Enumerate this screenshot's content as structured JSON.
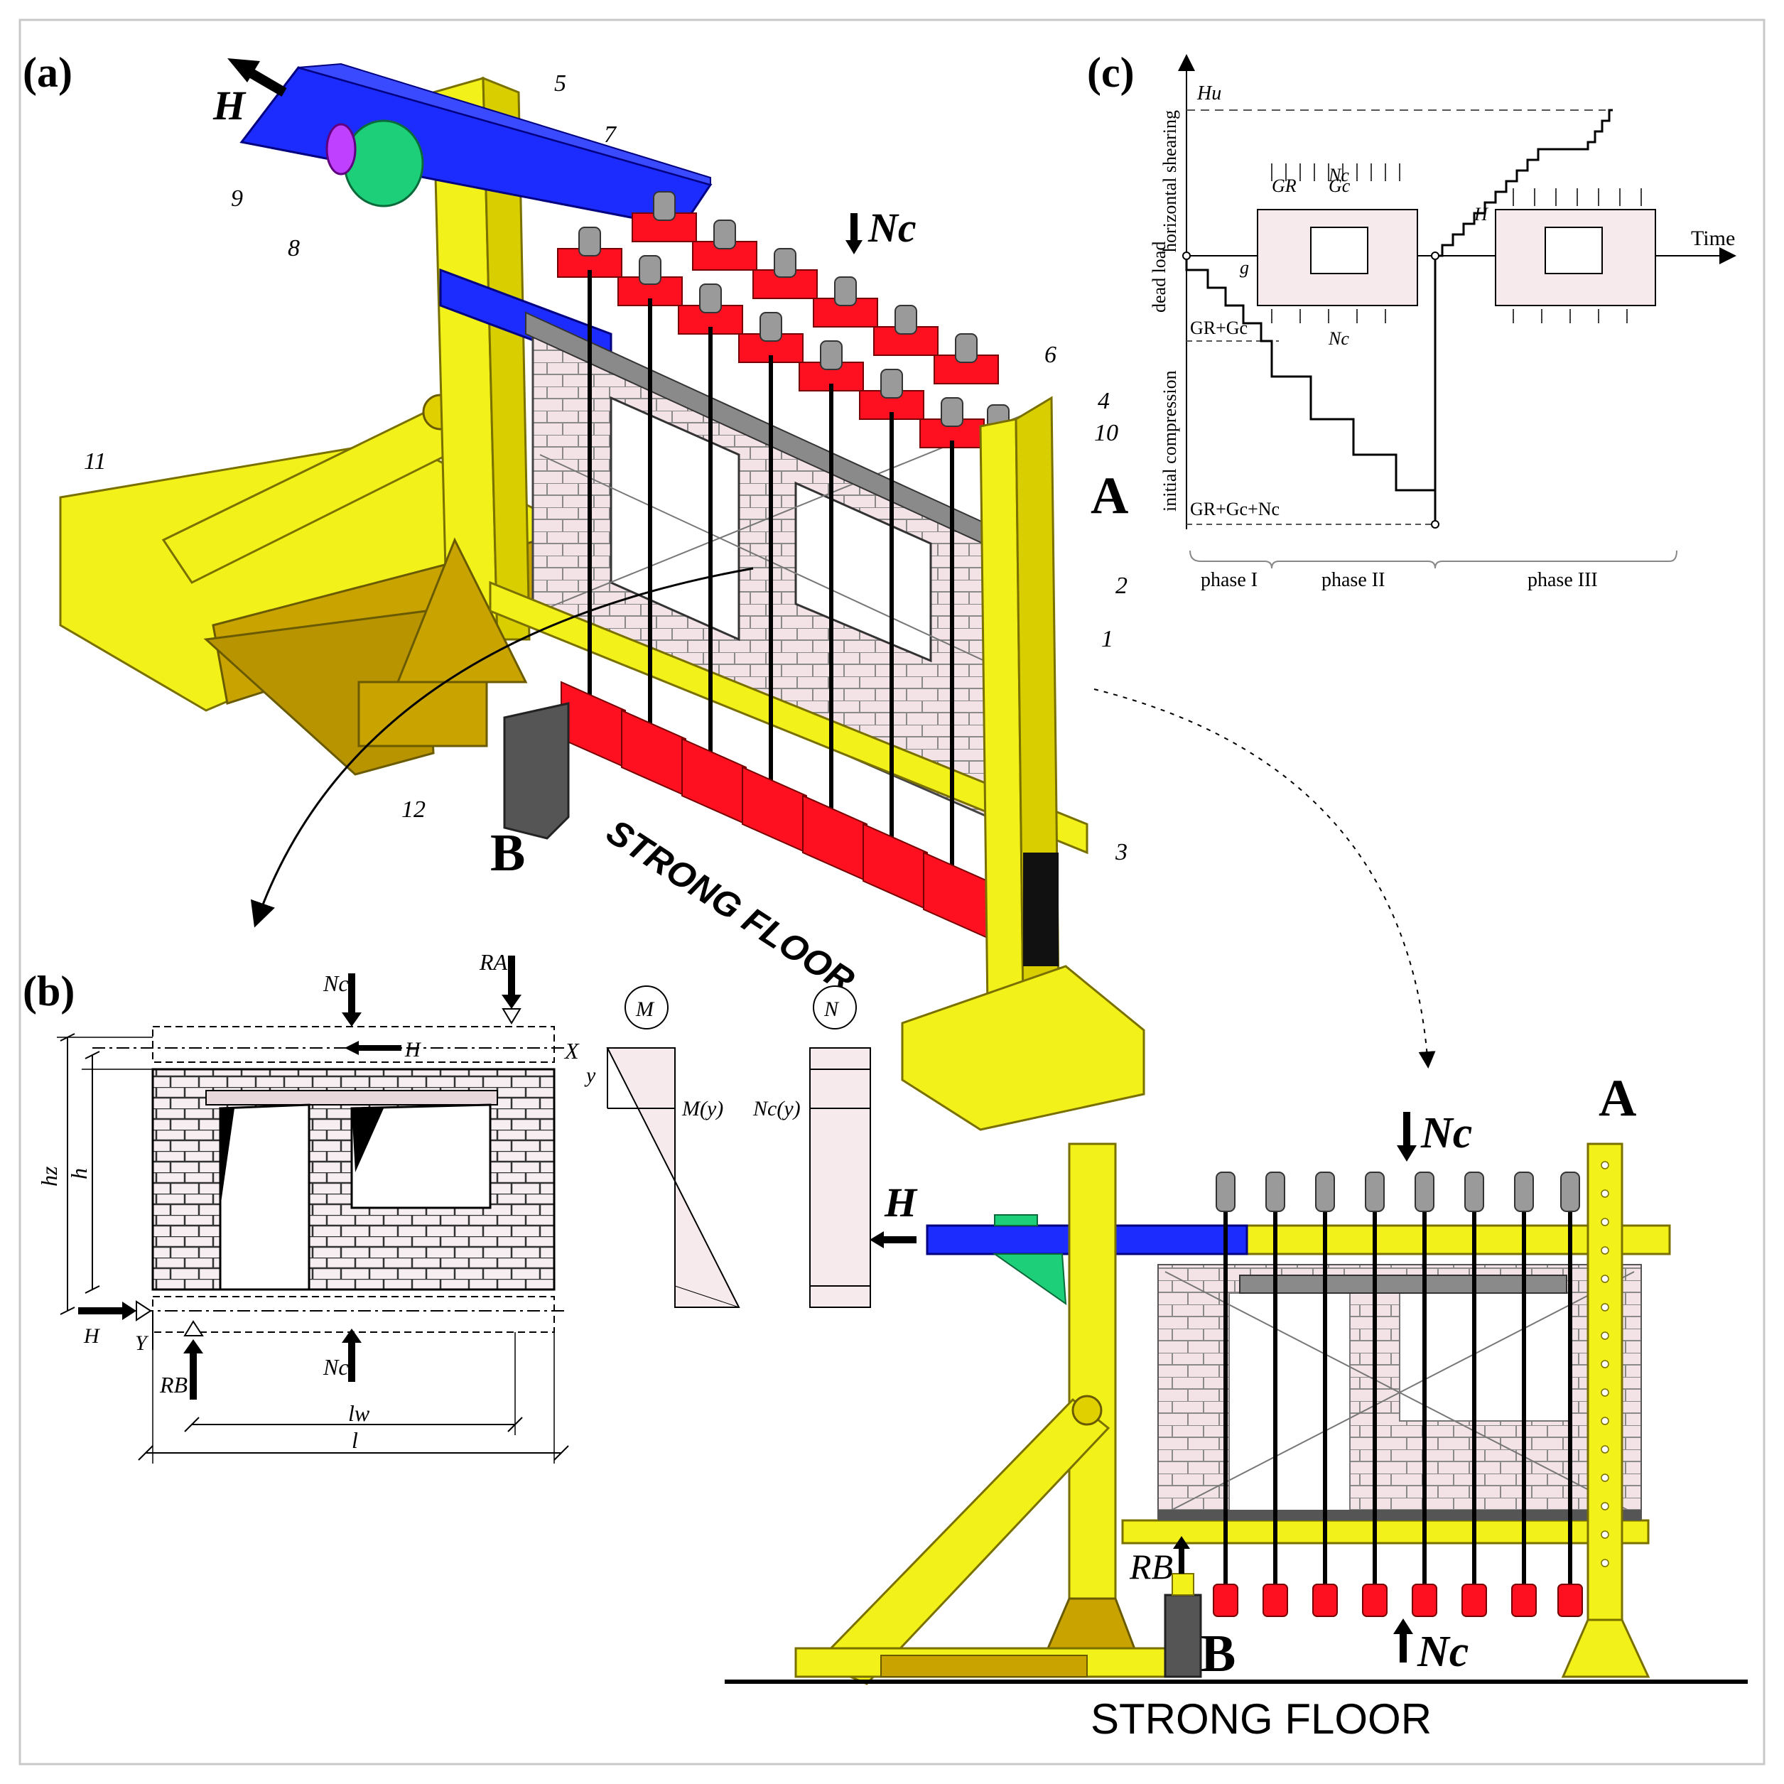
{
  "panel_a": {
    "label": "(a)",
    "force_h": "H",
    "force_nc": "Nc",
    "support_a": "A",
    "support_b": "B",
    "floor_label": "STRONG FLOOR",
    "callouts": [
      "1",
      "2",
      "3",
      "4",
      "5",
      "6",
      "7",
      "8",
      "9",
      "10",
      "11",
      "12"
    ]
  },
  "panel_b": {
    "label": "(b)",
    "nc_top": "Nc",
    "ra": "RA",
    "h_top": "H",
    "x_axis": "X",
    "y_small": "y",
    "hz": "hz",
    "h": "h",
    "h_bottom": "H",
    "y_axis": "Y",
    "rb": "RB",
    "nc_bottom": "Nc",
    "lw": "lw",
    "l": "l",
    "m_circle": "M",
    "n_circle": "N",
    "m_label": "M(y)",
    "n_label": "Nc(y)"
  },
  "panel_c": {
    "label": "(c)",
    "y_axis_top": "horizontal shearing",
    "y_axis_mid": "dead load",
    "y_axis_bot": "initial compression",
    "hu": "Hu",
    "g_label": "g",
    "gr_gc": "GR+Gc",
    "gr_gc_nc": "GR+Gc+Nc",
    "nc_top": "Nc",
    "gr": "GR",
    "gc": "Gc",
    "nc_bottom": "Nc",
    "h_label": "H",
    "time_label": "Time",
    "phases": [
      "phase I",
      "phase II",
      "phase III"
    ]
  },
  "panel_front": {
    "support_a": "A",
    "force_nc_top": "Nc",
    "force_h": "H",
    "rb": "RB",
    "support_b": "B",
    "force_nc_bottom": "Nc",
    "floor_label": "STRONG FLOOR"
  },
  "colors": {
    "frame_yellow": "#f2f21a",
    "frame_dark_yellow": "#c9b000",
    "actuator_blue": "#1c2cff",
    "clamp_red": "#ff1020",
    "masonry": "#f3e3e6",
    "line": "#000000"
  }
}
